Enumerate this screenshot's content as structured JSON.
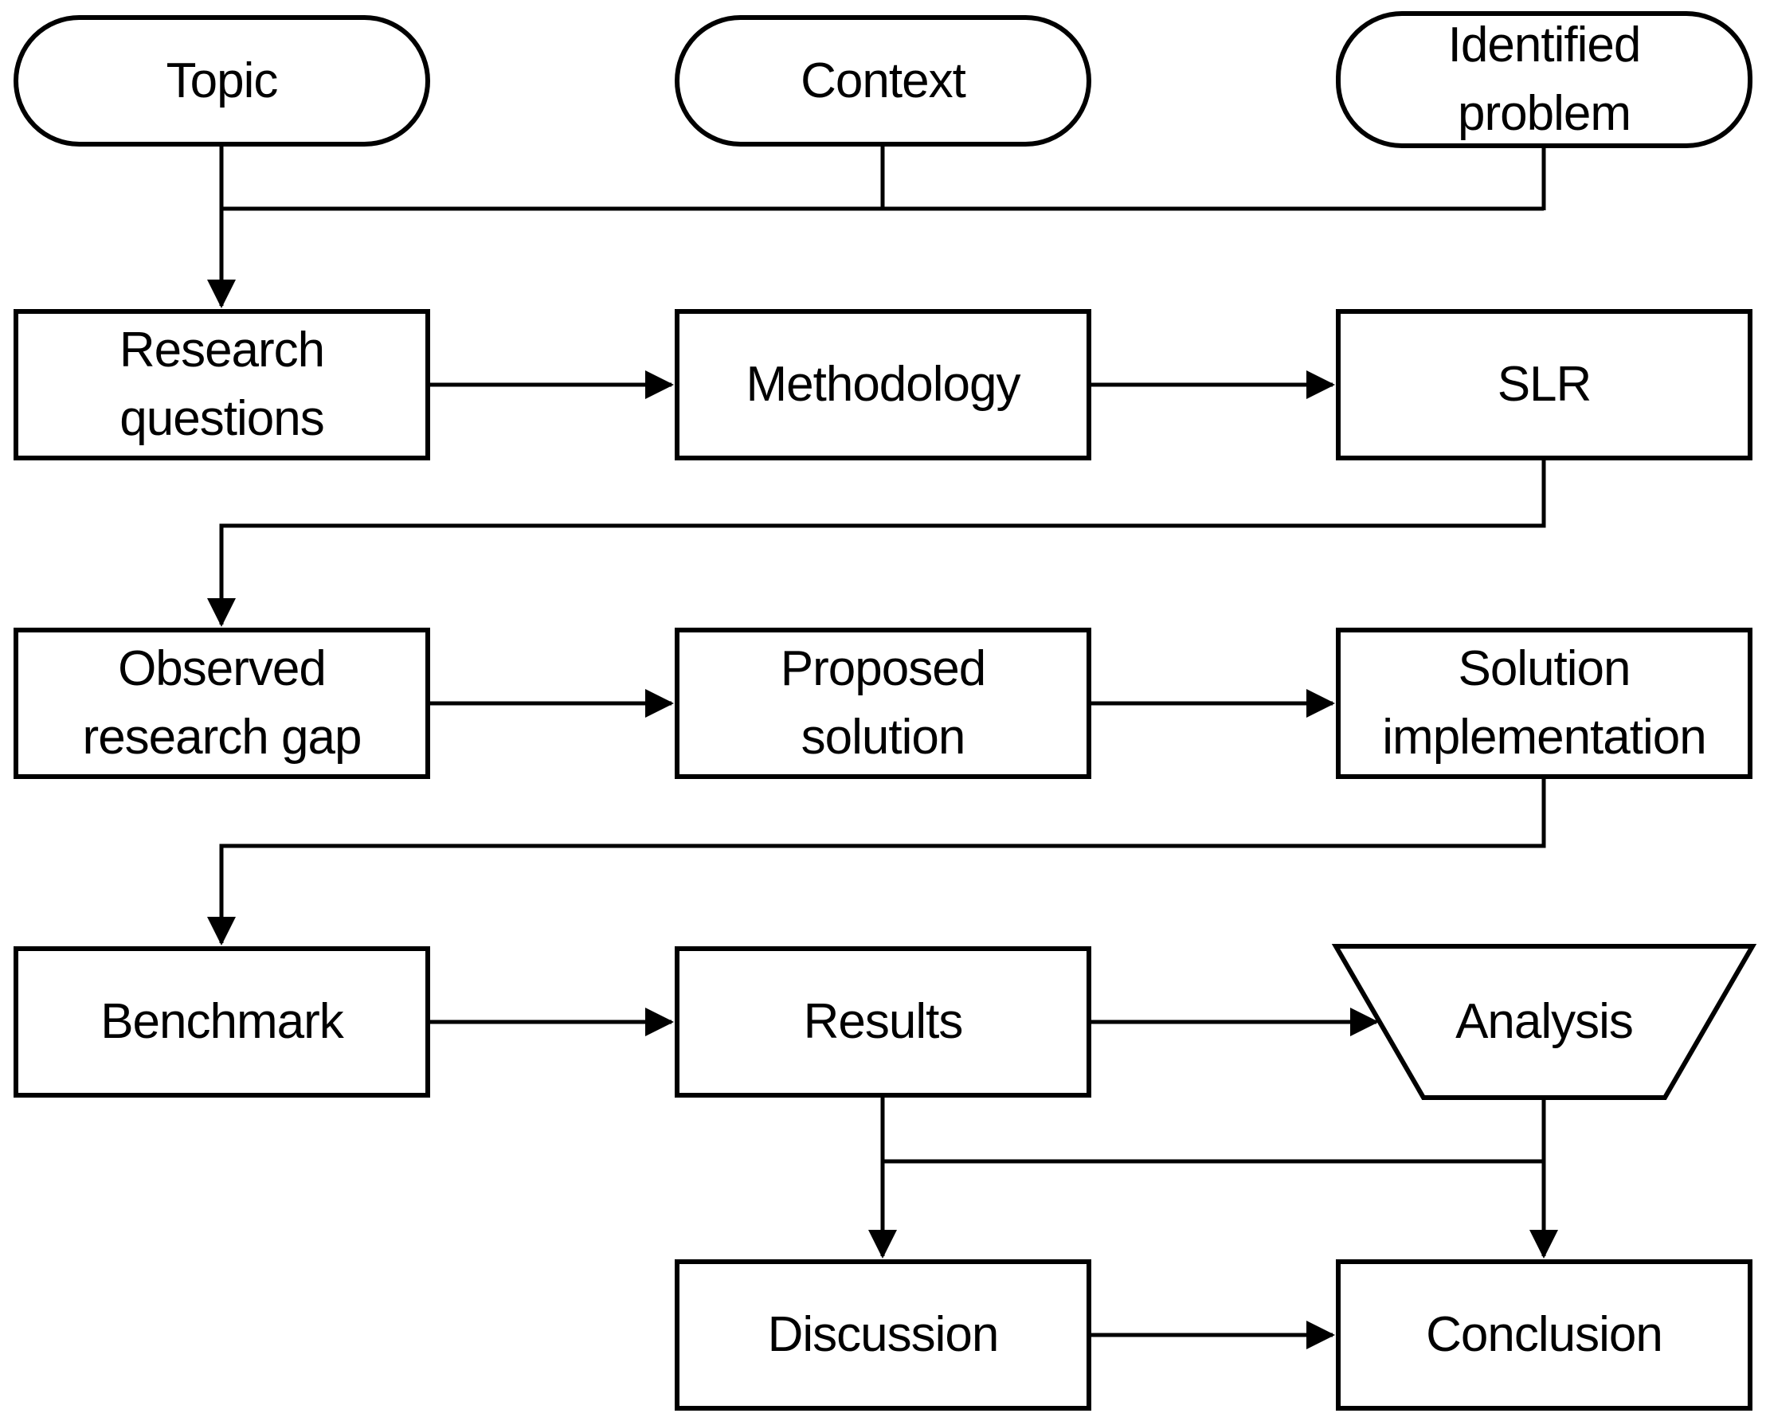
{
  "diagram": {
    "title": "Research process flowchart",
    "colors": {
      "background": "#ffffff",
      "line": "#000000",
      "node_fill": "#ffffff",
      "text": "#000000"
    },
    "nodes": {
      "topic": {
        "label": "Topic",
        "shape": "stadium"
      },
      "context": {
        "label": "Context",
        "shape": "stadium"
      },
      "identified_problem": {
        "label": "Identified\nproblem",
        "shape": "stadium"
      },
      "research_questions": {
        "label": "Research\nquestions",
        "shape": "rectangle"
      },
      "methodology": {
        "label": "Methodology",
        "shape": "rectangle"
      },
      "slr": {
        "label": "SLR",
        "shape": "rectangle"
      },
      "observed_research_gap": {
        "label": "Observed\nresearch gap",
        "shape": "rectangle"
      },
      "proposed_solution": {
        "label": "Proposed\nsolution",
        "shape": "rectangle"
      },
      "solution_implementation": {
        "label": "Solution\nimplementation",
        "shape": "rectangle"
      },
      "benchmark": {
        "label": "Benchmark",
        "shape": "rectangle"
      },
      "results": {
        "label": "Results",
        "shape": "rectangle"
      },
      "analysis": {
        "label": "Analysis",
        "shape": "trapezoid"
      },
      "discussion": {
        "label": "Discussion",
        "shape": "rectangle"
      },
      "conclusion": {
        "label": "Conclusion",
        "shape": "rectangle"
      }
    },
    "edges": [
      {
        "from": "topic",
        "to": "research_questions"
      },
      {
        "from": "context",
        "to": "research_questions"
      },
      {
        "from": "identified_problem",
        "to": "research_questions"
      },
      {
        "from": "research_questions",
        "to": "methodology"
      },
      {
        "from": "methodology",
        "to": "slr"
      },
      {
        "from": "slr",
        "to": "observed_research_gap"
      },
      {
        "from": "observed_research_gap",
        "to": "proposed_solution"
      },
      {
        "from": "proposed_solution",
        "to": "solution_implementation"
      },
      {
        "from": "solution_implementation",
        "to": "benchmark"
      },
      {
        "from": "benchmark",
        "to": "results"
      },
      {
        "from": "results",
        "to": "analysis"
      },
      {
        "from": "results",
        "to": "discussion"
      },
      {
        "from": "results",
        "to": "conclusion"
      },
      {
        "from": "analysis",
        "to": "discussion"
      },
      {
        "from": "analysis",
        "to": "conclusion"
      },
      {
        "from": "discussion",
        "to": "conclusion"
      }
    ]
  }
}
